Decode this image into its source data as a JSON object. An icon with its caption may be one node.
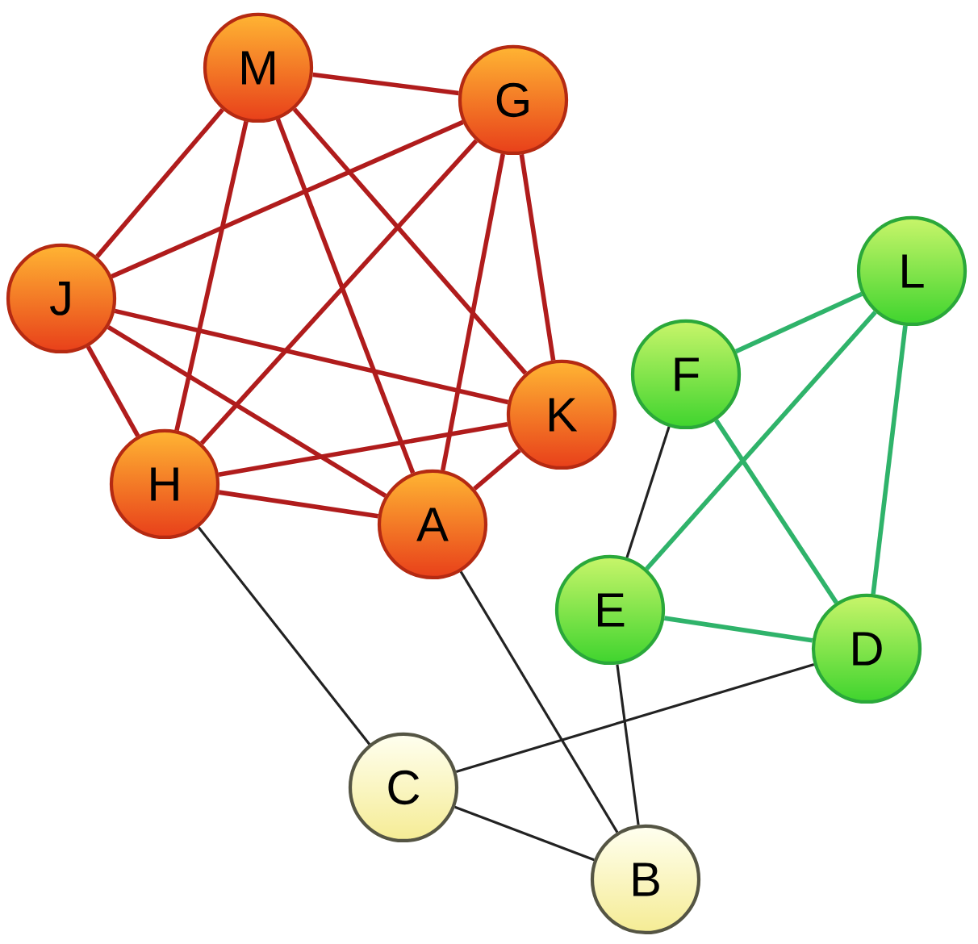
{
  "diagram": {
    "nodes": [
      {
        "text": [
          "M"
        ]
      },
      {
        "text": [
          "G"
        ]
      },
      {
        "text": [
          "J"
        ]
      },
      {
        "text": [
          "K"
        ]
      },
      {
        "text": [
          "H"
        ]
      },
      {
        "text": [
          "A"
        ]
      },
      {
        "text": [
          "F"
        ]
      },
      {
        "text": [
          "L"
        ]
      },
      {
        "text": [
          "E"
        ]
      },
      {
        "text": [
          "D"
        ]
      },
      {
        "text": [
          "C"
        ]
      },
      {
        "text": [
          "B"
        ]
      }
    ],
    "edges": [
      {
        "from": 0,
        "to": 1,
        "arrow": "none"
      },
      {
        "from": 0,
        "to": 2,
        "arrow": "none"
      },
      {
        "from": 0,
        "to": 4,
        "arrow": "none"
      },
      {
        "from": 0,
        "to": 5,
        "arrow": "none"
      },
      {
        "from": 0,
        "to": 3,
        "arrow": "none"
      },
      {
        "from": 1,
        "to": 2,
        "arrow": "none"
      },
      {
        "from": 1,
        "to": 4,
        "arrow": "none"
      },
      {
        "from": 1,
        "to": 5,
        "arrow": "none"
      },
      {
        "from": 1,
        "to": 3,
        "arrow": "none"
      },
      {
        "from": 2,
        "to": 3,
        "arrow": "none"
      },
      {
        "from": 2,
        "to": 4,
        "arrow": "none"
      },
      {
        "from": 2,
        "to": 5,
        "arrow": "none"
      },
      {
        "from": 4,
        "to": 3,
        "arrow": "none"
      },
      {
        "from": 4,
        "to": 5,
        "arrow": "none"
      },
      {
        "from": 5,
        "to": 3,
        "arrow": "none"
      },
      {
        "from": 6,
        "to": 7,
        "arrow": "none",
        "color": "#2fb36a"
      },
      {
        "from": 6,
        "to": 9,
        "arrow": "none",
        "color": "#2fb36a"
      },
      {
        "from": 7,
        "to": 8,
        "arrow": "none",
        "color": "#2fb36a"
      },
      {
        "from": 7,
        "to": 9,
        "arrow": "none",
        "color": "#2fb36a"
      },
      {
        "from": 8,
        "to": 9,
        "arrow": "none",
        "color": "#2fb36a"
      },
      {
        "from": 6,
        "to": 8,
        "arrow": "none",
        "color": "#222222"
      },
      {
        "from": 4,
        "to": 10,
        "arrow": "none",
        "color": "#222222"
      },
      {
        "from": 5,
        "to": 11,
        "arrow": "none",
        "color": "#222222"
      },
      {
        "from": 8,
        "to": 11,
        "arrow": "none",
        "color": "#222222"
      },
      {
        "from": 10,
        "to": 9,
        "arrow": "none",
        "color": "#222222"
      },
      {
        "from": 10,
        "to": 11,
        "arrow": "none",
        "color": "#222222"
      }
    ]
  }
}
